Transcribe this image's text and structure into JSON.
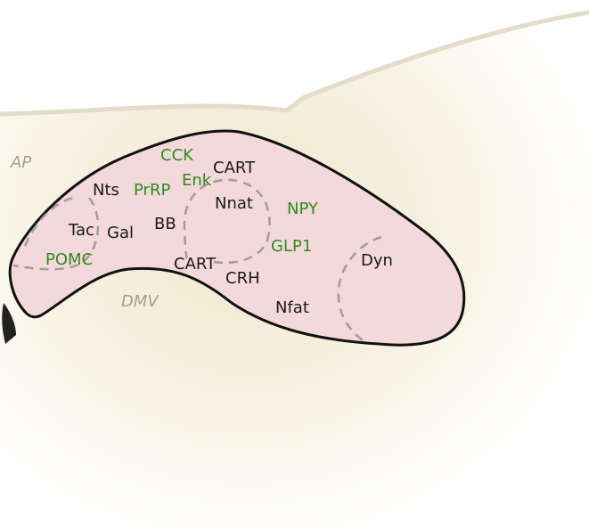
{
  "regions": {
    "ap": "AP",
    "dmv": "DMV"
  },
  "labels": {
    "cck": "CCK",
    "cart_top": "CART",
    "enk": "Enk",
    "nts": "Nts",
    "prrp": "PrRP",
    "nnat": "Nnat",
    "npy": "NPY",
    "tac": "Tac",
    "gal": "Gal",
    "bb": "BB",
    "glp1": "GLP1",
    "dyn": "Dyn",
    "pomc": "POMC",
    "cart_bottom": "CART",
    "crh": "CRH",
    "nfat": "Nfat"
  },
  "colors": {
    "nucleus_fill": "#f3d9d9",
    "outline": "#111111",
    "dashed_boundary": "#a39c9c",
    "green_label": "#2e8b22",
    "black_label": "#1a1a1a",
    "region_label": "#a89c97",
    "background_tint": "#f4efd9"
  }
}
